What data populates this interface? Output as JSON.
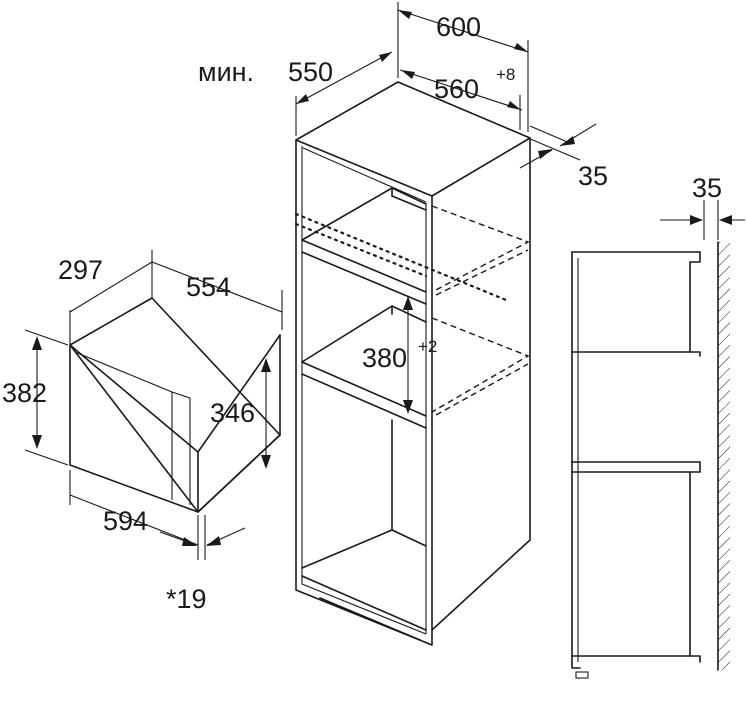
{
  "microwave": {
    "depth": "297",
    "inner_width": "554",
    "height": "382",
    "inner_height": "346",
    "width": "594",
    "offset": "*19"
  },
  "cabinet": {
    "width": "600",
    "min_prefix": "мин.",
    "min_depth": "550",
    "niche_width": "560",
    "niche_width_tolerance": "+8",
    "gap": "35",
    "niche_height": "380",
    "niche_height_tolerance": "+2"
  },
  "side_view": {
    "wall_gap": "35"
  }
}
